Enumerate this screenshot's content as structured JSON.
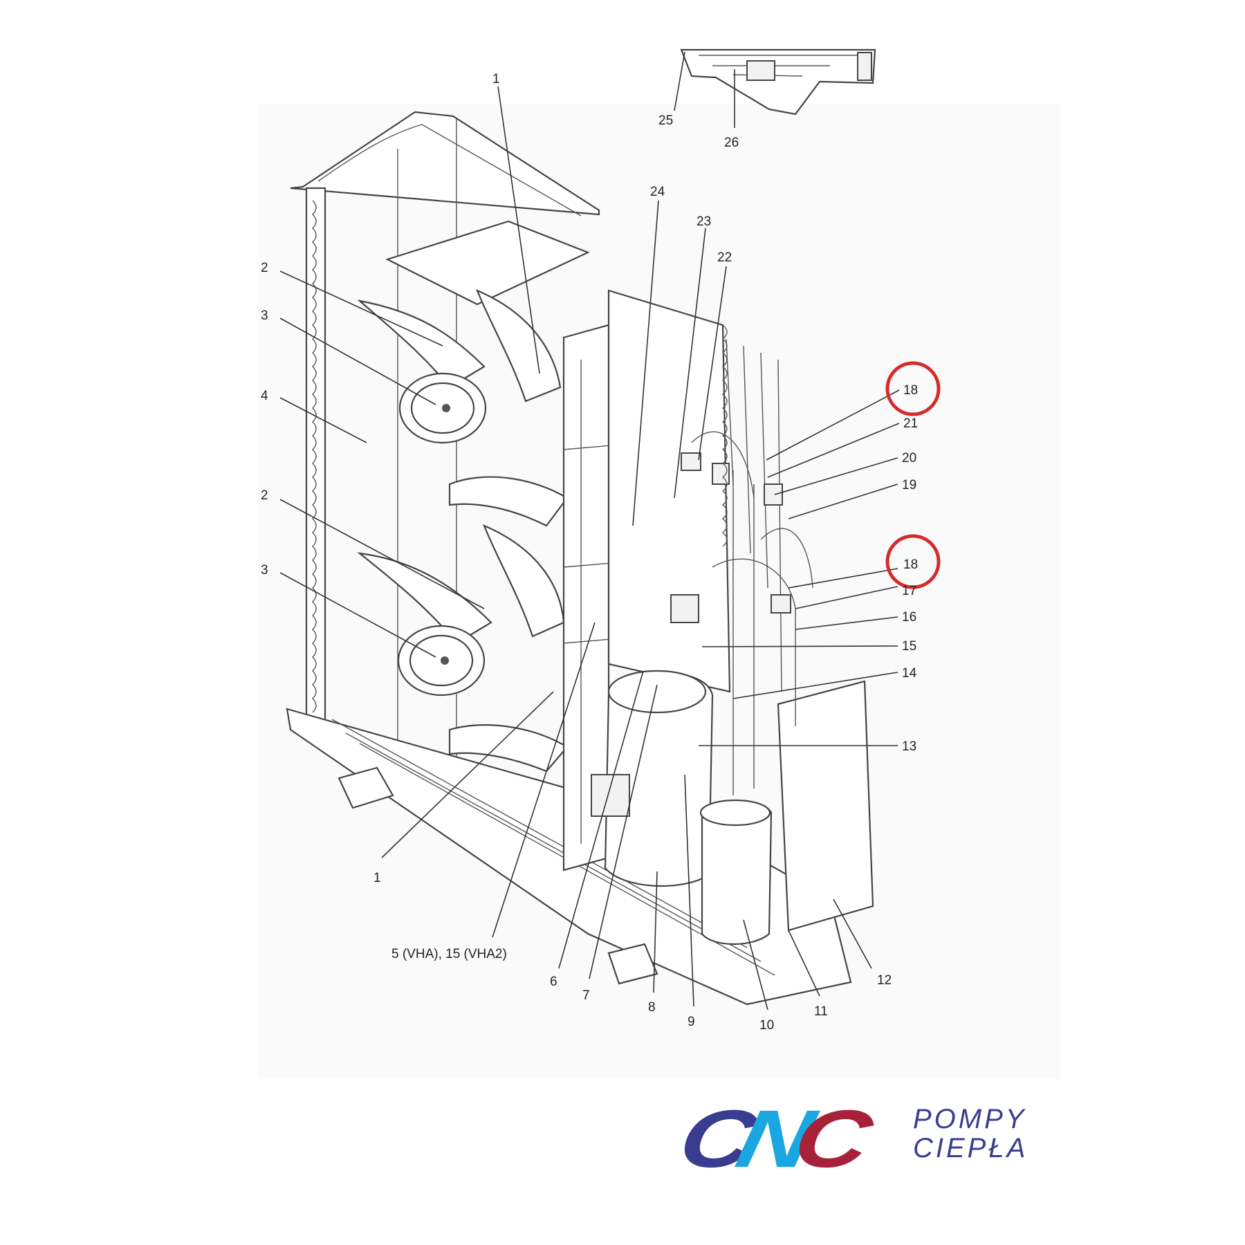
{
  "callouts": [
    {
      "id": "c25",
      "text": "25"
    },
    {
      "id": "c26",
      "text": "26"
    },
    {
      "id": "c1a",
      "text": "1"
    },
    {
      "id": "c24",
      "text": "24"
    },
    {
      "id": "c23",
      "text": "23"
    },
    {
      "id": "c22",
      "text": "22"
    },
    {
      "id": "c2a",
      "text": "2"
    },
    {
      "id": "c3a",
      "text": "3"
    },
    {
      "id": "c4",
      "text": "4"
    },
    {
      "id": "c2b",
      "text": "2"
    },
    {
      "id": "c3b",
      "text": "3"
    },
    {
      "id": "c18a",
      "text": "18"
    },
    {
      "id": "c21",
      "text": "21"
    },
    {
      "id": "c20",
      "text": "20"
    },
    {
      "id": "c19",
      "text": "19"
    },
    {
      "id": "c18b",
      "text": "18"
    },
    {
      "id": "c17",
      "text": "17"
    },
    {
      "id": "c16",
      "text": "16"
    },
    {
      "id": "c15",
      "text": "15"
    },
    {
      "id": "c14",
      "text": "14"
    },
    {
      "id": "c13",
      "text": "13"
    },
    {
      "id": "c1b",
      "text": "1"
    },
    {
      "id": "c5",
      "text": "5 (VHA), 15 (VHA2)"
    },
    {
      "id": "c6",
      "text": "6"
    },
    {
      "id": "c7",
      "text": "7"
    },
    {
      "id": "c8",
      "text": "8"
    },
    {
      "id": "c9",
      "text": "9"
    },
    {
      "id": "c10",
      "text": "10"
    },
    {
      "id": "c11",
      "text": "11"
    },
    {
      "id": "c12",
      "text": "12"
    }
  ],
  "highlighted": [
    "c18a",
    "c18b"
  ],
  "brand": {
    "cnc_c1": "C",
    "cnc_n": "N",
    "cnc_c2": "C",
    "line1": "POMPY",
    "line2": "CIEPŁA"
  },
  "colors": {
    "highlight": "#d62b2b",
    "brand_navy": "#3a3d8f",
    "brand_cyan": "#1aa6e0",
    "brand_red": "#a8213a"
  }
}
